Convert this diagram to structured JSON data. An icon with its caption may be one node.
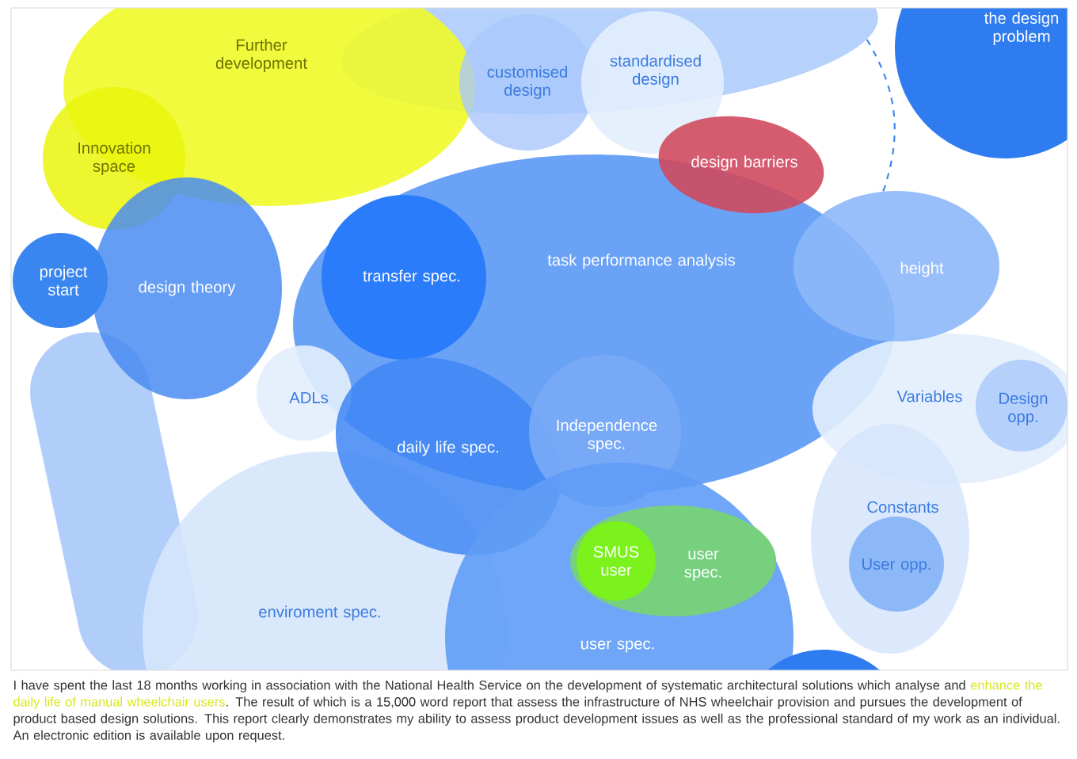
{
  "diagram": {
    "nodes": [
      {
        "text": [
          "Further development"
        ]
      },
      {
        "text": [
          "Innovation space"
        ]
      },
      {
        "text": [
          "project start"
        ]
      },
      {
        "text": [
          "design theory"
        ]
      },
      {
        "text": [
          "customised design"
        ]
      },
      {
        "text": [
          "standardised design"
        ]
      },
      {
        "text": [
          "the design problem"
        ]
      },
      {
        "text": [
          "design barriers"
        ]
      },
      {
        "text": [
          "task performance analysis"
        ]
      },
      {
        "text": [
          "transfer spec."
        ],
        "in": 8
      },
      {
        "text": [
          "height"
        ]
      },
      {
        "text": [
          "ADLs"
        ]
      },
      {
        "text": [
          "daily life spec."
        ]
      },
      {
        "text": [
          "Independence spec."
        ]
      },
      {
        "text": [
          "Variables"
        ]
      },
      {
        "text": [
          "Design opp."
        ],
        "in": 14
      },
      {
        "text": [
          "enviroment spec."
        ]
      },
      {
        "text": [
          "user spec."
        ]
      },
      {
        "text": [
          "user spec."
        ],
        "in": 17
      },
      {
        "text": [
          "SMUS user"
        ],
        "in": 18
      },
      {
        "text": [
          "Constants"
        ]
      },
      {
        "text": [
          "User opp."
        ],
        "in": 20
      },
      {
        "text": [],
        "shape": "cloud"
      },
      {
        "text": [],
        "shape": "bar"
      },
      {
        "text": [],
        "shape": "circle"
      }
    ],
    "edges": [
      {
        "from": 22,
        "to": 10,
        "arrow": "none",
        "style": "dashed"
      }
    ],
    "labels": [
      "I have spent the last 18 months working in association with the National Health Service on the development of systematic architectural solutions which analyse and",
      "enhance the daily life of manual wheelchair users",
      ". The result of which is a 15,000 word report that assess the infrastructure of NHS wheelchair provision and pursues the development of product based design solutions. This report clearly demonstrates my ability to assess product development issues as well as the professional standard of my work as an individual. An electronic edition is available upon request."
    ]
  }
}
